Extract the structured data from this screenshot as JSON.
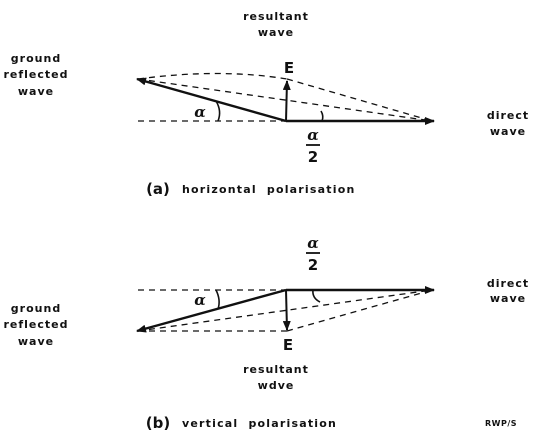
{
  "diagram_a": {
    "resultant_line1": "resultant",
    "resultant_line2": "wave",
    "E": "E",
    "ground_line1": "ground",
    "ground_line2": "reflected",
    "ground_line3": "wave",
    "direct_line1": "direct",
    "direct_line2": "wave",
    "alpha": "α",
    "half_num": "α",
    "half_den": "2",
    "caption_prefix": "(a)",
    "caption": "horizontal  polarisation"
  },
  "diagram_b": {
    "half_num": "α",
    "half_den": "2",
    "direct_line1": "direct",
    "direct_line2": "wave",
    "ground_line1": "ground",
    "ground_line2": "reflected",
    "ground_line3": "wave",
    "alpha": "α",
    "E": "E",
    "resultant_line1": "resultant",
    "resultant_line2": "wdve",
    "caption_prefix": "(b)",
    "caption": "vertical  polarisation",
    "mark": "RWP/S"
  },
  "colors": {
    "ink": "#111111",
    "background": "#ffffff"
  }
}
